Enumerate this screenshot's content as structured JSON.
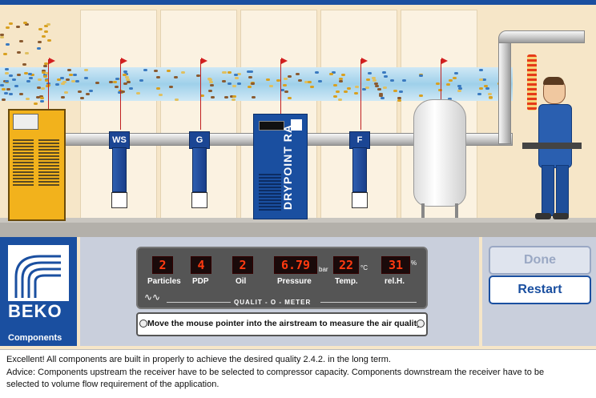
{
  "meter": {
    "particles": {
      "label": "Particles",
      "value": "2"
    },
    "pdp": {
      "label": "PDP",
      "value": "4"
    },
    "oil": {
      "label": "Oil",
      "value": "2"
    },
    "pressure": {
      "label": "Pressure",
      "value": "6.79",
      "unit": "bar"
    },
    "temp": {
      "label": "Temp.",
      "value": "22",
      "unit": "°C"
    },
    "relh": {
      "label": "rel.H.",
      "value": "31",
      "unit": "%"
    },
    "title": "QUALIT - O - METER"
  },
  "message": "Move the mouse pointer into the airstream to measure the air quality.",
  "buttons": {
    "done": "Done",
    "restart": "Restart"
  },
  "brand": {
    "name": "BEKO",
    "sub": "Components"
  },
  "components": {
    "ws": "WS",
    "g": "G",
    "f": "F",
    "dryer": "DRYPOINT RA"
  },
  "footer": {
    "line1": "Excellent! All components are built in properly to achieve the desired quality 2.4.2. in the long term.",
    "line2": "Advice: Components upstream the receiver have to be selected to compressor capacity. Components downstream the receiver have to be",
    "line3": "selected to volume flow requirement of the application."
  },
  "colors": {
    "brand": "#1a4fa0",
    "led": "#ff3a10",
    "compressor": "#f2b21c"
  }
}
